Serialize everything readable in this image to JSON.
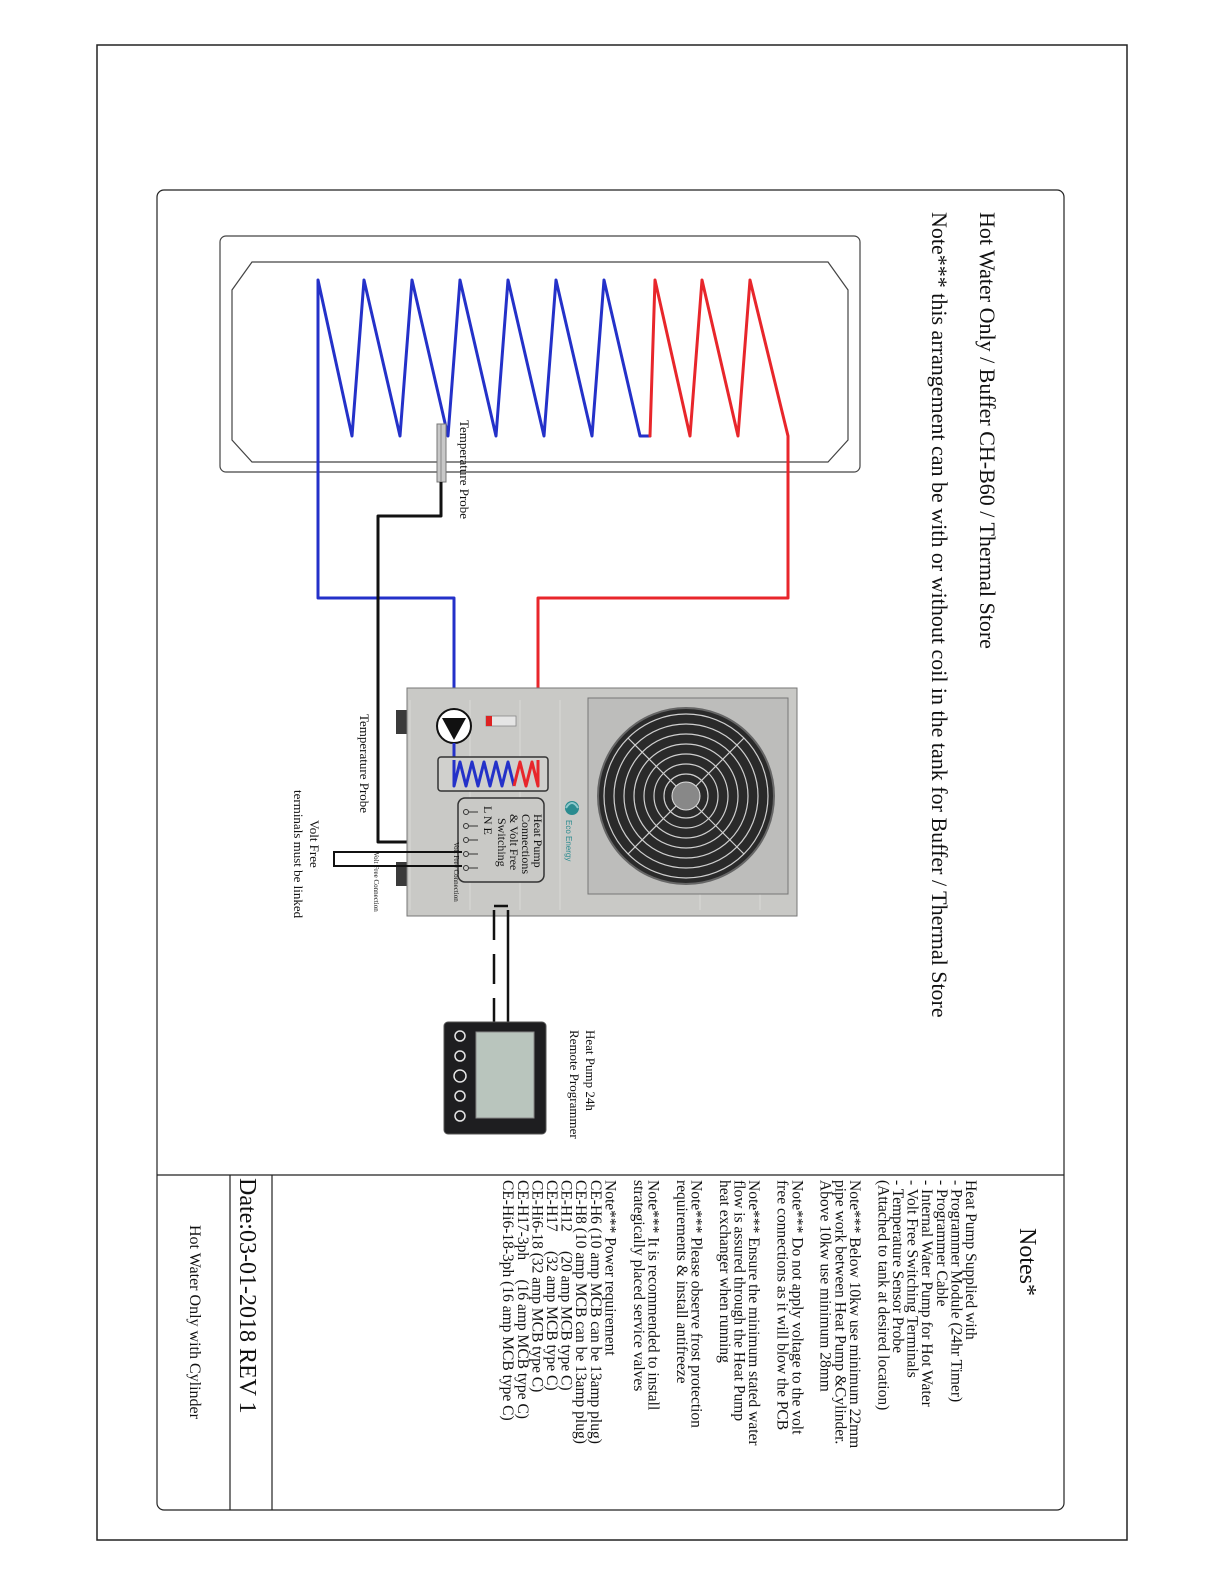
{
  "diagram": {
    "title": "Hot Water Only / Buffer CH-B60 / Thermal Store",
    "subtitle": "Note*** this arrangement can be with or without coil in the tank for Buffer / Thermal Store",
    "labels": {
      "tank_probe": "Temperature Probe",
      "hp_probe": "Temperature Probe",
      "volt_free_1": "Volt Free",
      "volt_free_2": "terminals must be linked",
      "volt_free_connection_1": "Volt Free Connection",
      "volt_free_connection_2": "Volt Free Connection",
      "remote_1": "Heat Pump 24h",
      "remote_2": "Remote Programmer",
      "hp_panel": [
        "Heat Pump",
        "Connections",
        "& Volt Free",
        "Switching"
      ],
      "hp_terminals": "L  N  E",
      "brand": "Eco Energy"
    },
    "colors": {
      "hot": "#e8262b",
      "cold": "#2431c9",
      "cable": "#111111",
      "stainless": "#c9c9c6",
      "frame": "#222222"
    }
  },
  "notes": {
    "heading": "Notes*",
    "lines": [
      "Heat Pump Supplied with",
      "- Programmer Module (24hr Timer)",
      "- Programmer Cable",
      "- Internal Water Pump for Hot Water",
      "- Volt Free Switching Terminals",
      "- Temperature Sensor Probe",
      "(Attached to tank at desired location)",
      "",
      "Note*** Below 10kw use minimum 22mm",
      "pipe work between Heat Pump &Cylinder.",
      "Above 10kw use minimum 28mm",
      "",
      "Note*** Do not apply voltage to the volt",
      "free connections as it will blow the PCB",
      "",
      "Note*** Ensure the minimum stated water",
      "flow is assured through the Heat Pump",
      "heat exchanger when running",
      "",
      "Note*** Please observe frost protection",
      "requirements & install antifreeze",
      "",
      "Note*** It is recommended to install",
      "strategically placed service valves",
      "",
      "Note*** Power requirement",
      "CE-H6 (10 amp MCB can be 13amp plug)",
      "CE-H8 (10 amp MCB can be 13amp plug)",
      "CE-H12     (20 amp MCB type C)",
      "CE-H17     (32 amp MCB type C)",
      "CE-Hi6-18 (32 amp MCB type C)",
      "CE-H17-3ph     (16 amp MCB type C)",
      "CE-Hi6-18-3ph (16 amp MCB type C)"
    ]
  },
  "title_block": {
    "date": "Date:03-01-2018   REV 1",
    "name": "Hot Water Only with Cylinder"
  }
}
